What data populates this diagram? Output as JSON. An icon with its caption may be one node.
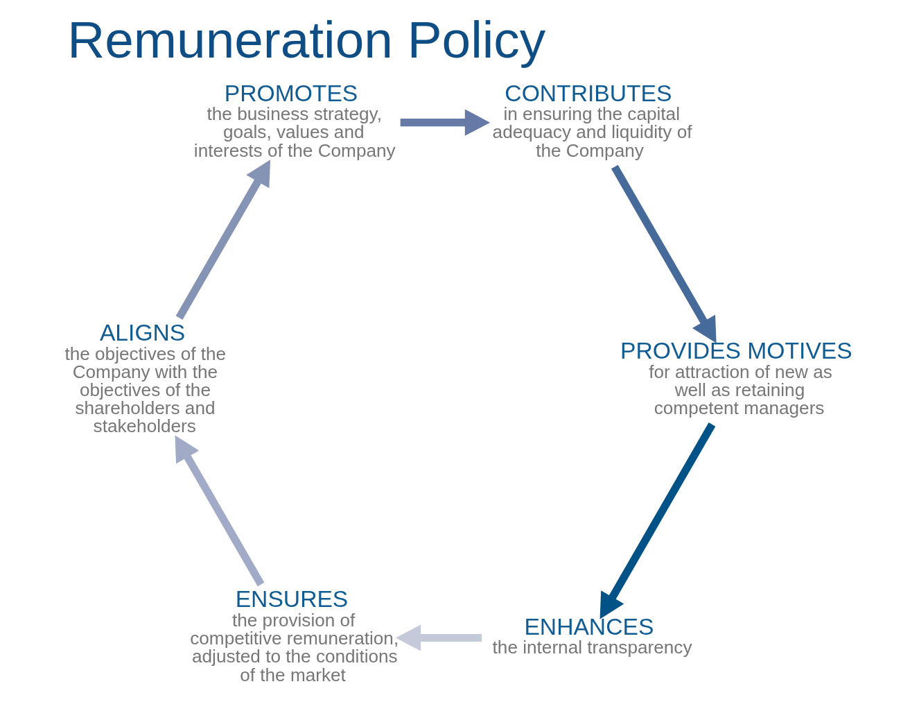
{
  "diagram": {
    "title": "Remuneration Policy",
    "nodes": [
      {
        "text": [
          "ENHANCES",
          "the internal transparency"
        ]
      },
      {
        "text": [
          "ENSURES",
          "the provision of competitive remuneration, adjusted to the conditions of the market"
        ]
      },
      {
        "text": [
          "ALIGNS",
          "the objectives of the Company with the objectives of the shareholders and stakeholders"
        ]
      },
      {
        "text": [
          "PROMOTES",
          "the business strategy, goals, values and interests of the Company"
        ]
      },
      {
        "text": [
          "CONTRIBUTES",
          "in ensuring the capital adequacy and liquidity of the Company"
        ]
      },
      {
        "text": [
          "PROVIDES MOTIVES",
          "for attraction of new as well as retaining competent managers"
        ]
      }
    ],
    "edges": [
      {
        "from": 0,
        "to": 1,
        "arrow": "to",
        "color": "#c5cadb"
      },
      {
        "from": 1,
        "to": 2,
        "arrow": "to",
        "color": "#a1abc7"
      },
      {
        "from": 2,
        "to": 3,
        "arrow": "to",
        "color": "#8593b5"
      },
      {
        "from": 3,
        "to": 4,
        "arrow": "to",
        "color": "#6779a6"
      },
      {
        "from": 4,
        "to": 5,
        "arrow": "to",
        "color": "#466b9b"
      },
      {
        "from": 5,
        "to": 0,
        "arrow": "to",
        "color": "#005287"
      }
    ]
  }
}
